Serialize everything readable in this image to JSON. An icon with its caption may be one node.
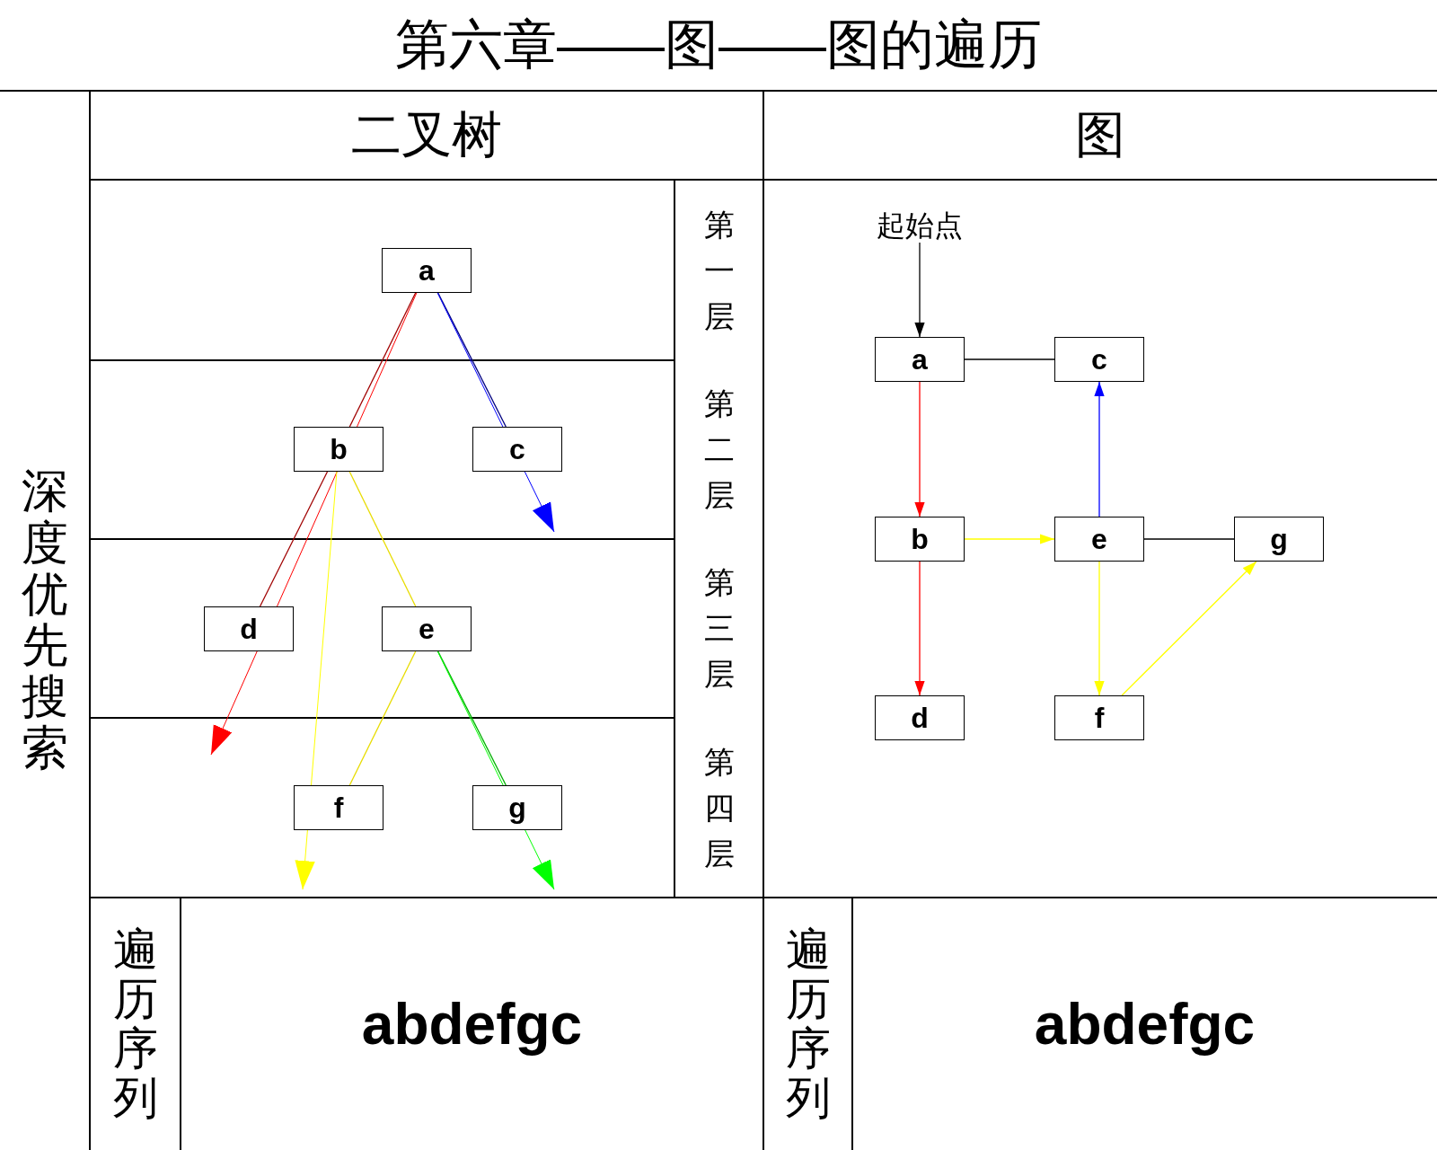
{
  "diagram": {
    "title": "第六章——图——图的遍历",
    "nodes": [
      {
        "text": [
          "深度优先搜索"
        ]
      },
      {
        "text": [
          "二叉树"
        ]
      },
      {
        "text": [
          "图"
        ]
      },
      {
        "text": [
          "a"
        ]
      },
      {
        "text": [
          "第一层"
        ]
      },
      {
        "text": [
          "b"
        ]
      },
      {
        "text": [
          "c"
        ]
      },
      {
        "text": [
          "第二层"
        ]
      },
      {
        "text": [
          "d"
        ]
      },
      {
        "text": [
          "e"
        ]
      },
      {
        "text": [
          "第三层"
        ]
      },
      {
        "text": [
          "f"
        ]
      },
      {
        "text": [
          "g"
        ]
      },
      {
        "text": [
          "第四层"
        ]
      },
      {
        "text": [
          "起始点"
        ]
      },
      {
        "text": [
          "a"
        ]
      },
      {
        "text": [
          "c"
        ]
      },
      {
        "text": [
          "b"
        ]
      },
      {
        "text": [
          "e"
        ]
      },
      {
        "text": [
          "g"
        ]
      },
      {
        "text": [
          "d"
        ]
      },
      {
        "text": [
          "f"
        ]
      },
      {
        "text": [
          "遍历序列"
        ]
      },
      {
        "text": [
          "abdefgc"
        ]
      },
      {
        "text": [
          "遍历序列"
        ]
      },
      {
        "text": [
          "abdefgc"
        ]
      }
    ],
    "edges": [
      {
        "from": 3,
        "to": 5,
        "arrow": "none",
        "color": "#a00000"
      },
      {
        "from": 5,
        "to": 8,
        "arrow": "none",
        "color": "#a00000"
      },
      {
        "from": 3,
        "to": 6,
        "arrow": "none",
        "color": "#000080"
      },
      {
        "from": 5,
        "to": 9,
        "arrow": "none",
        "color": "#e8dc00"
      },
      {
        "from": 9,
        "to": 11,
        "arrow": "none",
        "color": "#e8dc00"
      },
      {
        "from": 9,
        "to": 12,
        "arrow": "none",
        "color": "#00b000"
      },
      {
        "from": 3,
        "to": null,
        "arrow": "to",
        "color": "#ff0000"
      },
      {
        "from": 3,
        "to": null,
        "arrow": "to",
        "color": "#0000ff"
      },
      {
        "from": 5,
        "to": null,
        "arrow": "to",
        "color": "#ffff00"
      },
      {
        "from": 9,
        "to": null,
        "arrow": "to",
        "color": "#00ff00"
      },
      {
        "from": 14,
        "to": 15,
        "arrow": "to",
        "color": "#000000"
      },
      {
        "from": 15,
        "to": 16,
        "arrow": "none",
        "color": "#000000"
      },
      {
        "from": 15,
        "to": 17,
        "arrow": "to",
        "color": "#ff0000"
      },
      {
        "from": 17,
        "to": 20,
        "arrow": "to",
        "color": "#ff0000"
      },
      {
        "from": 17,
        "to": 18,
        "arrow": "to",
        "color": "#ffff00"
      },
      {
        "from": 18,
        "to": 21,
        "arrow": "to",
        "color": "#ffff00"
      },
      {
        "from": 21,
        "to": 19,
        "arrow": "to",
        "color": "#ffff00"
      },
      {
        "from": 18,
        "to": 16,
        "arrow": "to",
        "color": "#0000ff"
      },
      {
        "from": 18,
        "to": 19,
        "arrow": "none",
        "color": "#000000"
      }
    ]
  }
}
